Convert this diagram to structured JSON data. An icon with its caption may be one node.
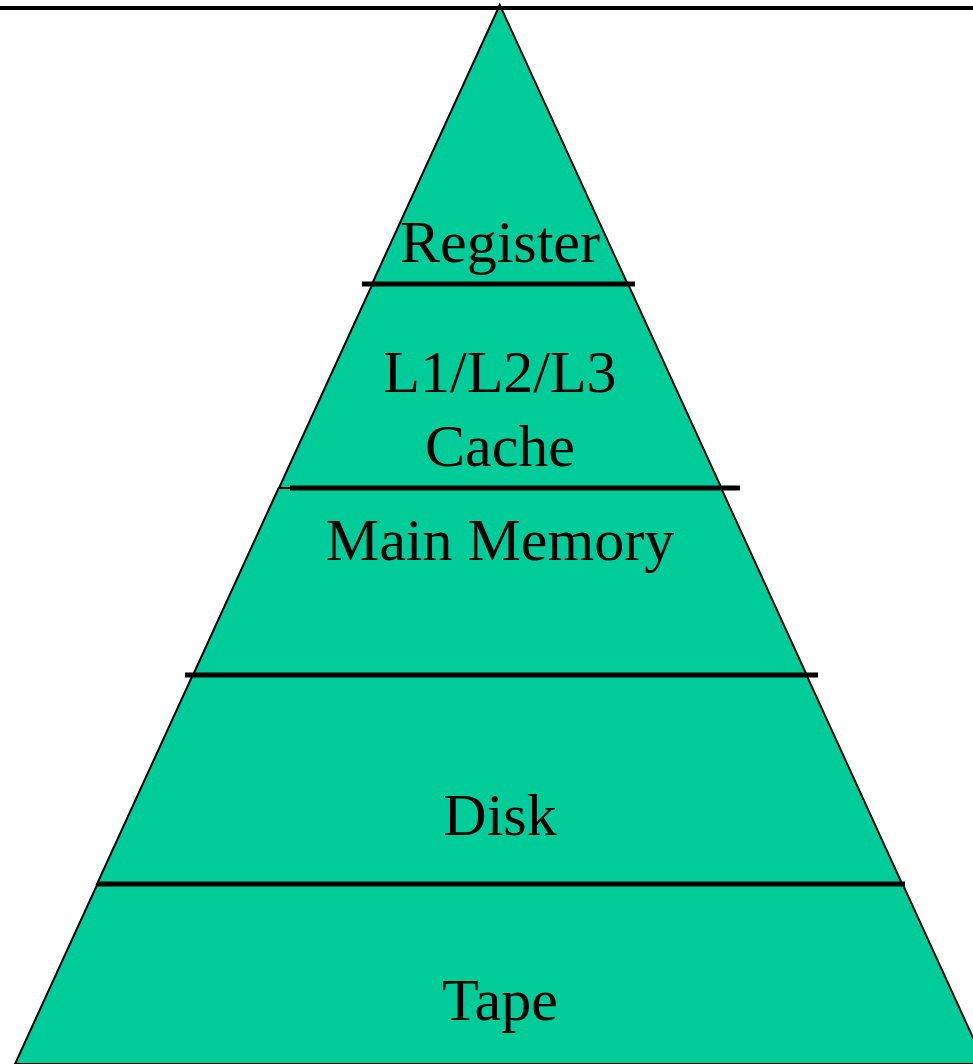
{
  "diagram": {
    "nodes": [
      {
        "text": [
          "Register"
        ]
      },
      {
        "text": [
          "L1/L2/L3 Cache"
        ]
      },
      {
        "text": [
          "Main Memory"
        ]
      },
      {
        "text": [
          "Disk"
        ]
      },
      {
        "text": [
          "Tape"
        ]
      }
    ],
    "edges": []
  }
}
